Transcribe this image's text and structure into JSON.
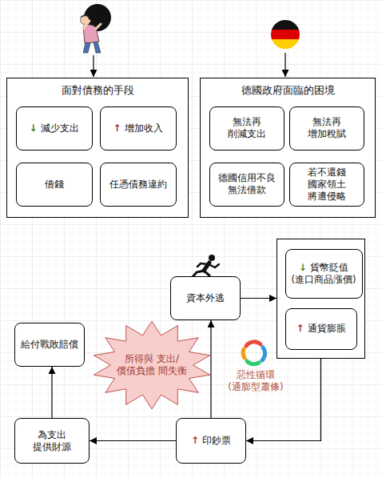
{
  "diagram": {
    "nodes": [
      {
        "text": [
          "面對債務的手段"
        ]
      },
      {
        "text": [
          "↓",
          "減少支出"
        ],
        "in": 0
      },
      {
        "text": [
          "↑",
          "增加收入"
        ],
        "in": 0
      },
      {
        "text": [
          "借錢"
        ],
        "in": 0
      },
      {
        "text": [
          "任憑債務違約"
        ],
        "in": 0
      },
      {
        "text": [
          "德國政府面臨的困境"
        ]
      },
      {
        "text": [
          "無法再 削減支出"
        ],
        "in": 5
      },
      {
        "text": [
          "無法再 增加稅賦"
        ],
        "in": 5
      },
      {
        "text": [
          "德國信用不良 無法借款"
        ],
        "in": 5
      },
      {
        "text": [
          "若不還錢 國家領土 將遭侵略"
        ],
        "in": 5
      },
      {
        "text": [
          "資本外逃"
        ]
      },
      {
        "text": []
      },
      {
        "text": [
          "↓",
          "貨幣貶值 (進口商品漲價)"
        ],
        "in": 11
      },
      {
        "text": [
          "↑",
          "通貨膨脹"
        ],
        "in": 11
      },
      {
        "text": [
          "給付戰敗賠償"
        ]
      },
      {
        "text": [
          "為支出 提供財源"
        ]
      },
      {
        "text": [
          "↑",
          "印鈔票"
        ]
      },
      {
        "text": [
          "所得與 支出/償債負擔 間失衡"
        ]
      }
    ],
    "edges": [
      {
        "from": 10,
        "to": 11,
        "arrow": "to"
      },
      {
        "from": 11,
        "to": 16,
        "arrow": "to"
      },
      {
        "from": 16,
        "to": 10,
        "arrow": "to"
      },
      {
        "from": 16,
        "to": 15,
        "arrow": "to"
      },
      {
        "from": 15,
        "to": 14,
        "arrow": "to"
      }
    ],
    "labels": [
      "惡性循環 (通膨型蕭條)"
    ]
  }
}
